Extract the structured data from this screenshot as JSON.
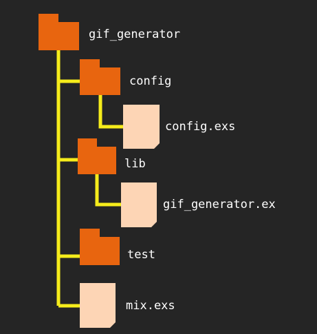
{
  "colors": {
    "background": "#252525",
    "folder": "#E8650F",
    "file": "#FDD5B5",
    "connector": "#F5EC1B",
    "text": "#FFFFFF"
  },
  "tree": {
    "root": {
      "label": "gif_generator",
      "icon": "folder-icon"
    },
    "config": {
      "label": "config",
      "icon": "folder-icon"
    },
    "config_file": {
      "label": "config.exs",
      "icon": "file-icon"
    },
    "lib": {
      "label": "lib",
      "icon": "folder-icon"
    },
    "lib_file": {
      "label": "gif_generator.ex",
      "icon": "file-icon"
    },
    "test": {
      "label": "test",
      "icon": "folder-icon"
    },
    "mix_file": {
      "label": "mix.exs",
      "icon": "file-icon"
    }
  }
}
